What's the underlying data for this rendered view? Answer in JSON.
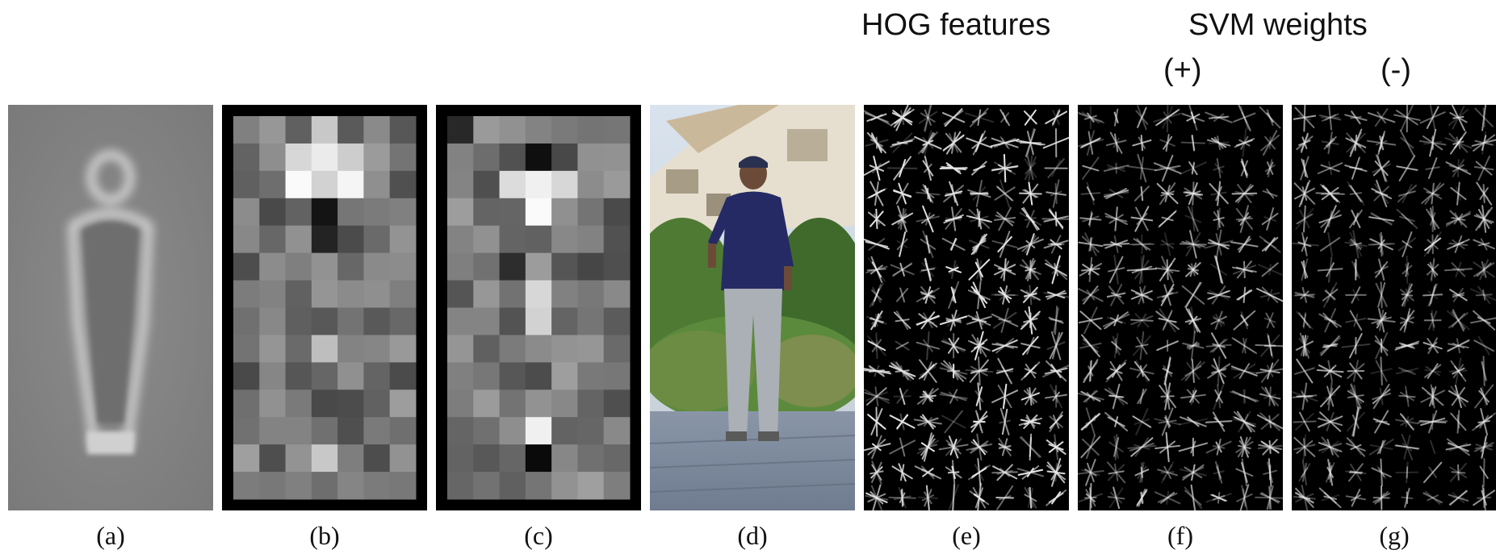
{
  "headers": {
    "hog": "HOG features",
    "svm": "SVM weights",
    "plus": "(+)",
    "minus": "(-)"
  },
  "captions": [
    "(a)",
    "(b)",
    "(c)",
    "(d)",
    "(e)",
    "(f)",
    "(g)"
  ],
  "panels": [
    {
      "name": "average-gradient-image",
      "kind": "average gradient"
    },
    {
      "name": "max-positive-weight-blocks",
      "kind": "block grid"
    },
    {
      "name": "max-negative-weight-blocks",
      "kind": "block grid"
    },
    {
      "name": "test-photo-person",
      "kind": "photo"
    },
    {
      "name": "hog-features",
      "kind": "orientation glyphs"
    },
    {
      "name": "svm-positive-weighted-hog",
      "kind": "orientation glyphs"
    },
    {
      "name": "svm-negative-weighted-hog",
      "kind": "orientation glyphs"
    }
  ],
  "colors": {
    "page": "#ffffff",
    "panel_dark": "#000000",
    "avg_bg": "#8a8a8a",
    "glyph": "#e8e8e8"
  }
}
